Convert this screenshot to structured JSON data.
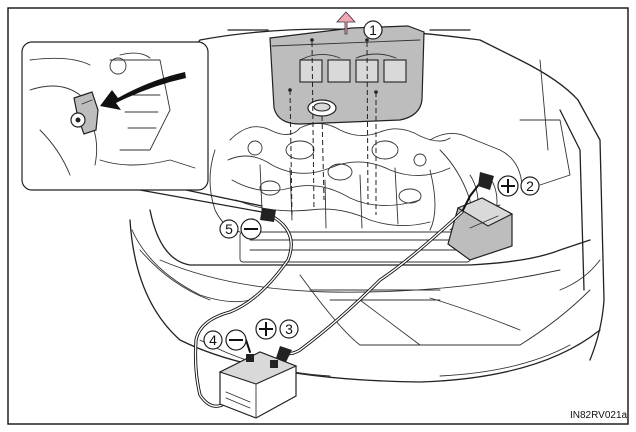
{
  "callouts": [
    {
      "id": "1",
      "label": "1"
    },
    {
      "id": "2",
      "label": "2"
    },
    {
      "id": "3",
      "label": "3"
    },
    {
      "id": "4",
      "label": "4"
    },
    {
      "id": "5",
      "label": "5"
    }
  ],
  "figure_code": "IN82RV021a",
  "colors": {
    "arrow_fill": "#f4a6b4",
    "cover_fill": "#bdbdbd",
    "line": "#222222"
  },
  "icons": [
    "lift-arrow-icon",
    "plus-terminal-icon",
    "minus-terminal-icon",
    "pointer-arrow-icon"
  ]
}
